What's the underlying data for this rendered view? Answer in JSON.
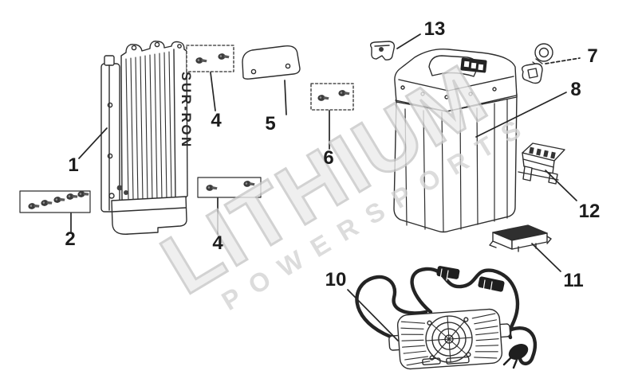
{
  "diagram": {
    "watermark": {
      "line1": "LITHIUM",
      "line2": "POWERSPORTS"
    },
    "controller": {
      "brand": "SUR-RON"
    },
    "callouts": [
      {
        "num": "1"
      },
      {
        "num": "2"
      },
      {
        "num": "4"
      },
      {
        "num": "5"
      },
      {
        "num": "6"
      },
      {
        "num": "4"
      },
      {
        "num": "13"
      },
      {
        "num": "7"
      },
      {
        "num": "8"
      },
      {
        "num": "12"
      },
      {
        "num": "11"
      },
      {
        "num": "10"
      }
    ]
  },
  "colors": {
    "ink": "#2d2d2d",
    "dark_fill": "#2b2b2b",
    "watermark_gray": "#c7c7c7",
    "background": "#ffffff"
  }
}
